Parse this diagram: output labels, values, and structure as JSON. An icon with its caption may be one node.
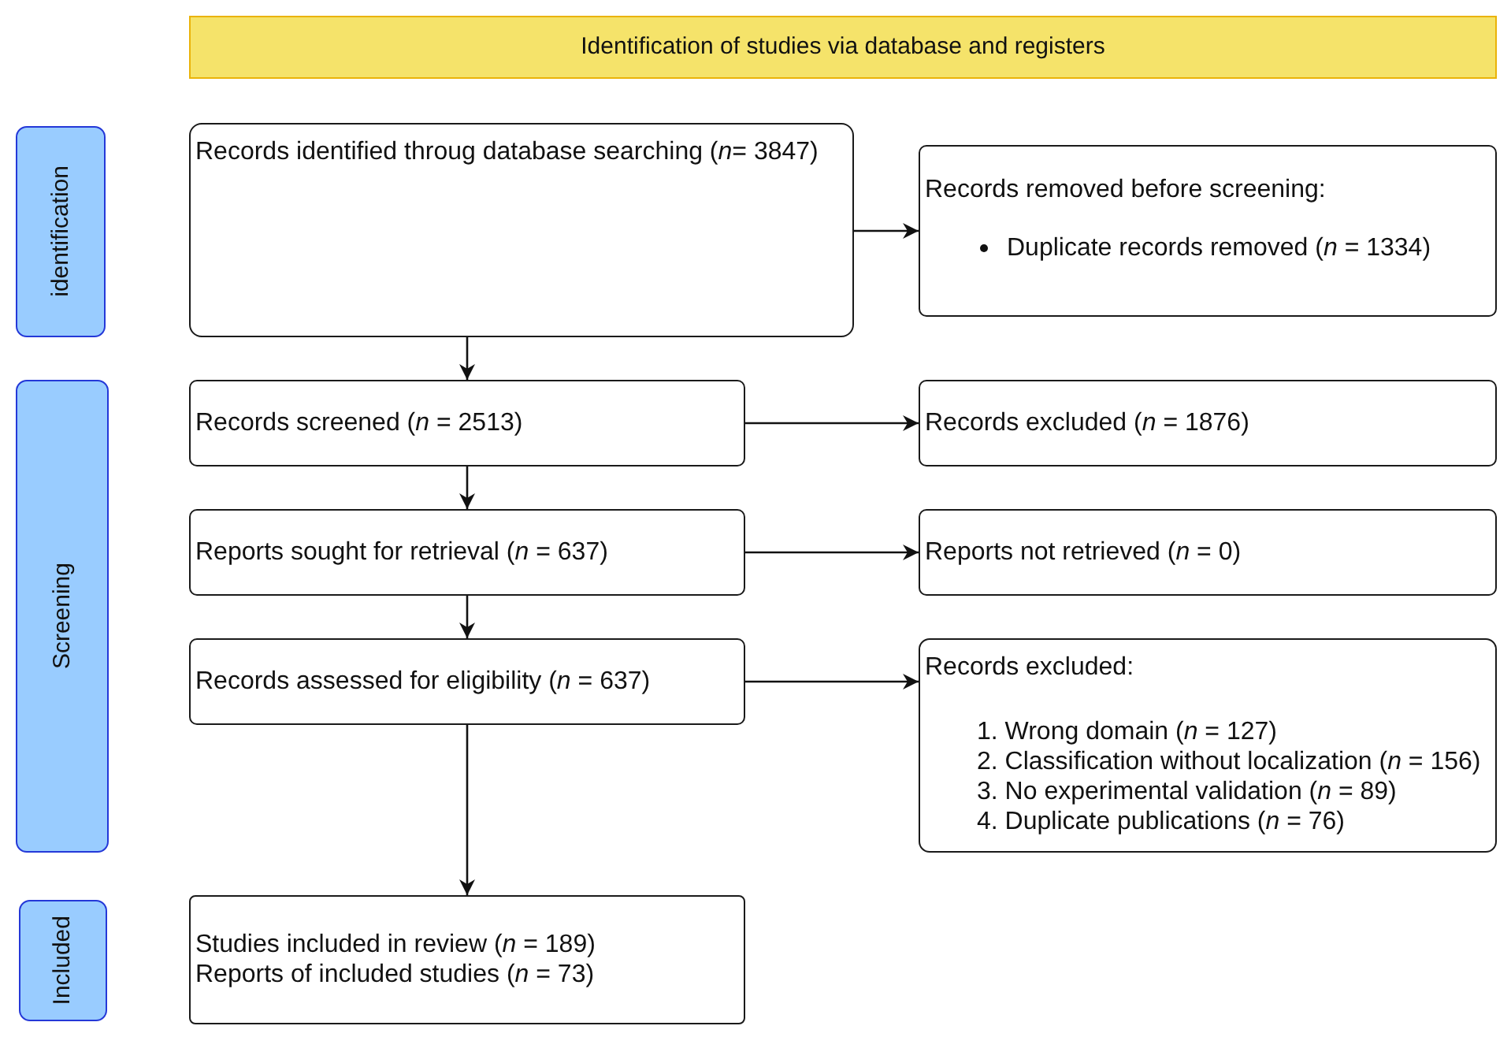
{
  "diagram": {
    "nodes": [
      {
        "text": [
          "Identification of studies via database and registers"
        ]
      },
      {
        "text": [
          "identification"
        ]
      },
      {
        "text": [
          "Records identified throug database searching (*n*= 3847)"
        ]
      },
      {
        "text": [
          "Records removed before screening:",
          "Duplicate records removed (*n* = 1334)"
        ]
      },
      {
        "text": [
          "Screening"
        ]
      },
      {
        "text": [
          "Records screened (*n* = 2513)"
        ]
      },
      {
        "text": [
          "Records excluded (*n* = 1876)"
        ]
      },
      {
        "text": [
          "Reports sought for retrieval (*n* = 637)"
        ]
      },
      {
        "text": [
          "Reports not retrieved (*n* = 0)"
        ]
      },
      {
        "text": [
          "Records assessed for eligibility (*n* = 637)"
        ]
      },
      {
        "text": [
          "Records excluded:",
          "1. Wrong domain (*n* = 127)",
          "2. Classification without localization (*n* = 156)",
          "3. No experimental validation (*n* = 89)",
          "4. Duplicate publications (*n* = 76)"
        ]
      },
      {
        "text": [
          "Included"
        ]
      },
      {
        "text": [
          "Studies included in review (*n* = 189)",
          "Reports of included studies (*n* = 73)"
        ]
      }
    ],
    "edges": [
      {
        "from": 2,
        "to": 3,
        "arrow": "to"
      },
      {
        "from": 2,
        "to": 5,
        "arrow": "to"
      },
      {
        "from": 5,
        "to": 6,
        "arrow": "to"
      },
      {
        "from": 5,
        "to": 7,
        "arrow": "to"
      },
      {
        "from": 7,
        "to": 8,
        "arrow": "to"
      },
      {
        "from": 7,
        "to": 9,
        "arrow": "to"
      },
      {
        "from": 9,
        "to": 10,
        "arrow": "to"
      },
      {
        "from": 9,
        "to": 12,
        "arrow": "to"
      }
    ]
  }
}
